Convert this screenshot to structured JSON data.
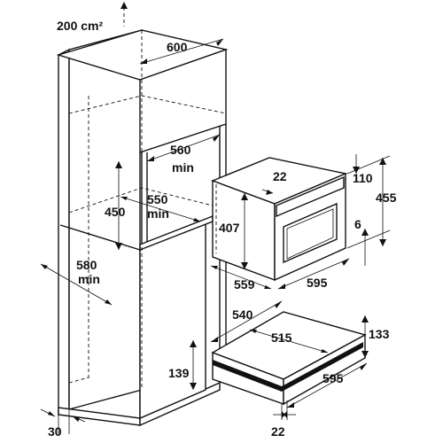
{
  "dimensions": {
    "ventilation": "200 cm²",
    "cabinet_depth": "600",
    "niche_depth_oven": "560",
    "niche_depth_oven_min": "min",
    "niche_height": "450",
    "niche_width_oven": "550",
    "niche_width_oven_min": "min",
    "cabinet_lower_depth": "580",
    "cabinet_lower_depth_min": "min",
    "plinth_gap": "30",
    "oven_front_offset": "22",
    "oven_height_total": "455",
    "oven_top_gap": "110",
    "oven_bottom_gap": "6",
    "oven_body_height": "407",
    "oven_depth": "559",
    "oven_width": "595",
    "drawer_outer_depth": "540",
    "drawer_inner_width": "515",
    "drawer_height": "133",
    "drawer_side_height": "139",
    "drawer_width": "595",
    "drawer_front_offset": "22"
  }
}
